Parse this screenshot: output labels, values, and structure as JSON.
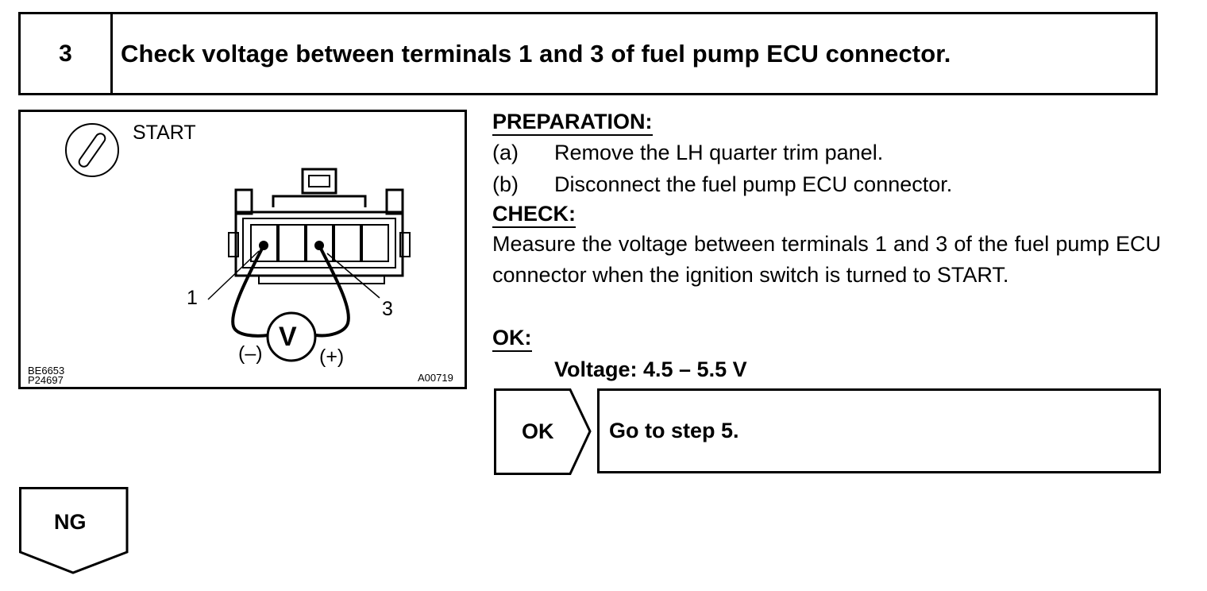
{
  "step": {
    "number": "3",
    "title": "Check voltage between terminals 1 and 3 of fuel pump ECU connector."
  },
  "figure": {
    "ignition_label": "START",
    "terminal_1": "1",
    "terminal_3": "3",
    "meter_symbol": "V",
    "minus_label": "(–)",
    "plus_label": "(+)",
    "code_left_1": "BE6653",
    "code_left_2": "P24697",
    "code_right": "A00719",
    "icons": [
      "ignition-key-icon",
      "connector-icon",
      "voltmeter-icon"
    ]
  },
  "preparation": {
    "heading": "PREPARATION:",
    "steps": [
      {
        "marker": "(a)",
        "text": "Remove the LH quarter trim panel."
      },
      {
        "marker": "(b)",
        "text": "Disconnect the fuel pump ECU connector."
      }
    ]
  },
  "check": {
    "heading": "CHECK:",
    "text": "Measure the voltage between terminals 1 and 3 of the fuel pump ECU connector when the ignition switch is turned to START."
  },
  "ok": {
    "heading": "OK:",
    "spec": "Voltage: 4.5 – 5.5 V",
    "badge": "OK",
    "result": "Go to step 5."
  },
  "ng": {
    "badge": "NG"
  }
}
